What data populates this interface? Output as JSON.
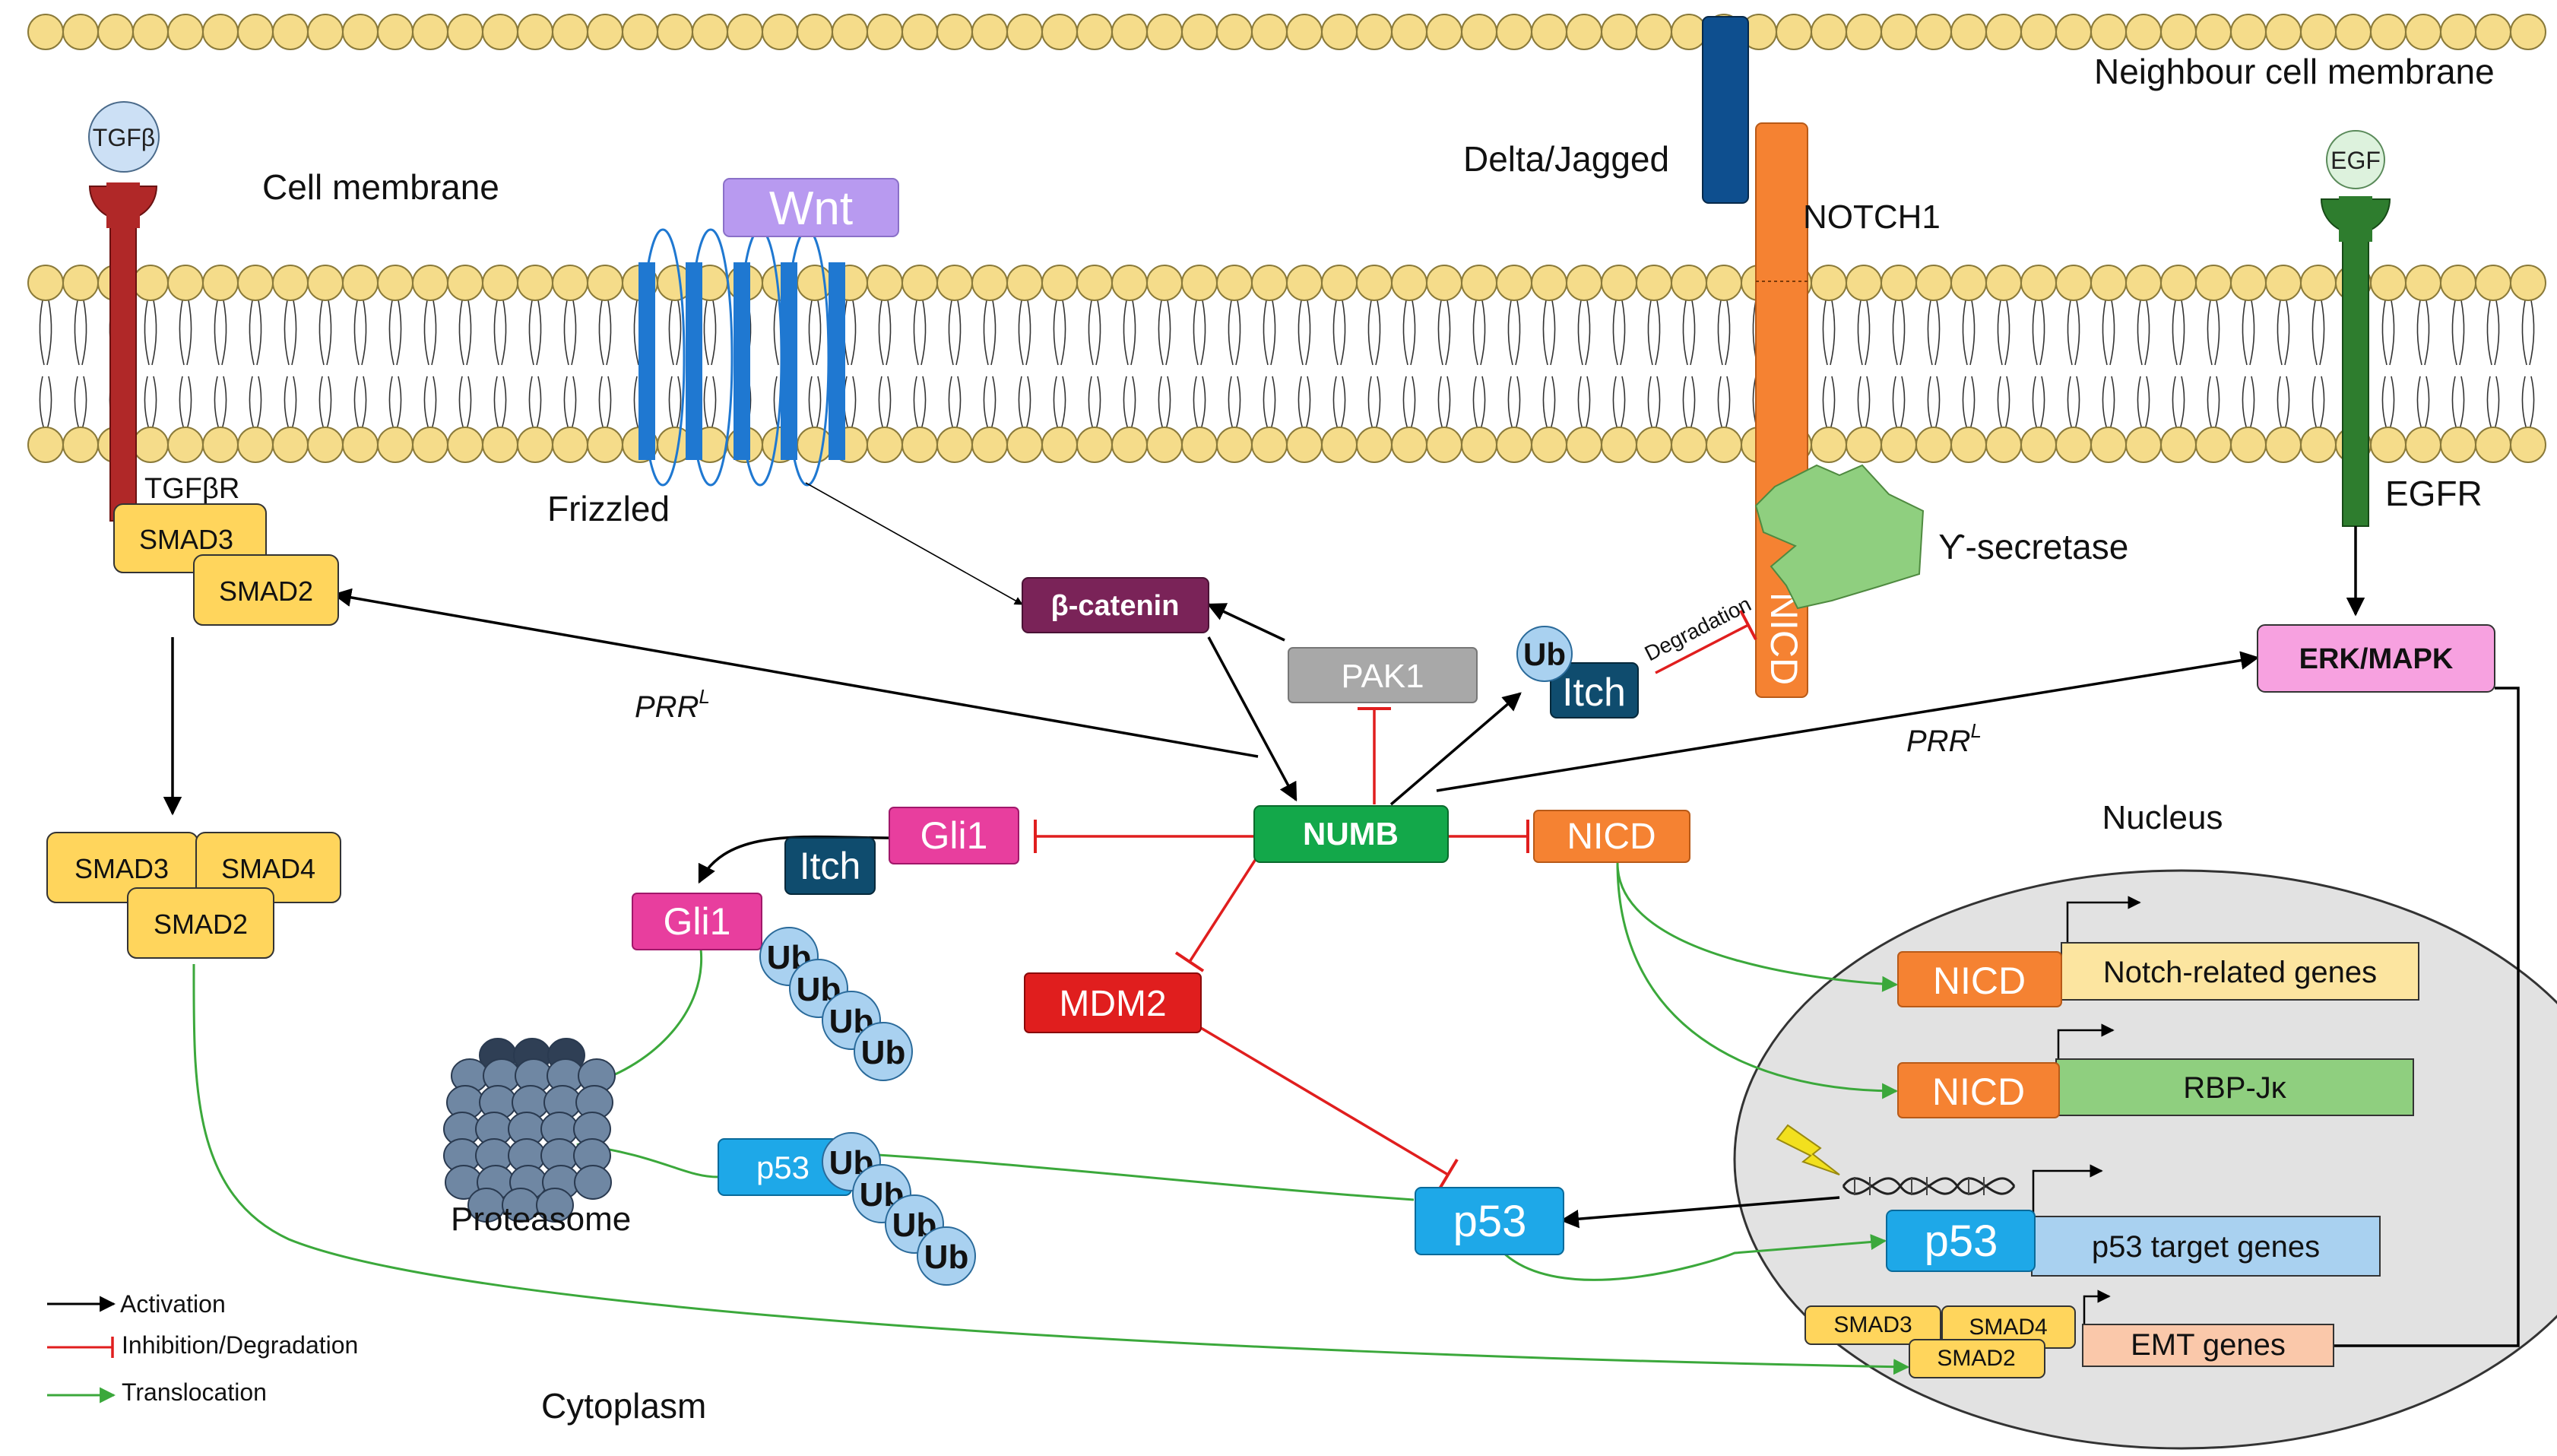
{
  "labels": {
    "neighbour_membrane": "Neighbour cell membrane",
    "cell_membrane": "Cell membrane",
    "cytoplasm": "Cytoplasm",
    "nucleus": "Nucleus",
    "delta_jagged": "Delta/Jagged",
    "notch1": "NOTCH1",
    "gamma_secretase": "ϒ-secretase",
    "egfr": "EGFR",
    "frizzled": "Frizzled",
    "tgfbr": "TGFβR",
    "proteasome": "Proteasome",
    "degradation": "Degradation",
    "prr_left": "PRR",
    "prr_right": "PRR",
    "prr_sup": "L"
  },
  "ligands": {
    "tgfb": "TGFβ",
    "egf": "EGF",
    "wnt": "Wnt"
  },
  "nodes": {
    "smad3_top": "SMAD3",
    "smad2_top": "SMAD2",
    "smad3_mid": "SMAD3",
    "smad4_mid": "SMAD4",
    "smad2_mid": "SMAD2",
    "bcatenin": "β-catenin",
    "pak1": "PAK1",
    "numb": "NUMB",
    "ub_itch": "Ub",
    "itch_top": "Itch",
    "nicd_mem": "NICD",
    "erk": "ERK/MAPK",
    "gli1_top": "Gli1",
    "itch_mid": "Itch",
    "gli1_mid": "Gli1",
    "nicd_cyto": "NICD",
    "mdm2": "MDM2",
    "p53_ub": "p53",
    "p53_center": "p53",
    "nicd_nuc1": "NICD",
    "nicd_nuc2": "NICD",
    "p53_nuc": "p53",
    "smad3_nuc": "SMAD3",
    "smad4_nuc": "SMAD4",
    "smad2_nuc": "SMAD2"
  },
  "genes": {
    "notch_related": "Notch-related genes",
    "rbpjk": "RBP-Jκ",
    "p53_target": "p53 target genes",
    "emt": "EMT genes"
  },
  "ub_gli": [
    "Ub",
    "Ub",
    "Ub",
    "Ub"
  ],
  "ub_p53": [
    "Ub",
    "Ub",
    "Ub",
    "Ub"
  ],
  "legend": {
    "activation": "Activation",
    "inhibition": "Inhibition/Degradation",
    "translocation": "Translocation"
  },
  "colors": {
    "membrane_head": "#F5DC8A",
    "tgfbr": "#B02828",
    "egfr": "#2E7D2E",
    "frizzled": "#1F78D1",
    "notch": "#F58232",
    "delta": "#0E4F8F",
    "gamma_secretase": "#8FCF7F",
    "smad": "#FFD55C",
    "bcatenin": "#7A2358",
    "pak1": "#A8A8A8",
    "numb": "#13A84A",
    "itch": "#0F4C6E",
    "ub": "#A9D1F0",
    "erk": "#F7A1E0",
    "gli1": "#E83E9E",
    "mdm2": "#E01E1E",
    "p53": "#1EA8E8",
    "wnt": "#B89AF0",
    "nucleus": "#E2E2E2",
    "notch_genes": "#FCE5A0",
    "rbpjk": "#8FCF7F",
    "p53_genes": "#A9D1F0",
    "emt_genes": "#FAC8AA",
    "activation": "#000000",
    "inhibition": "#E01E1E",
    "translocation": "#3BA83B"
  }
}
